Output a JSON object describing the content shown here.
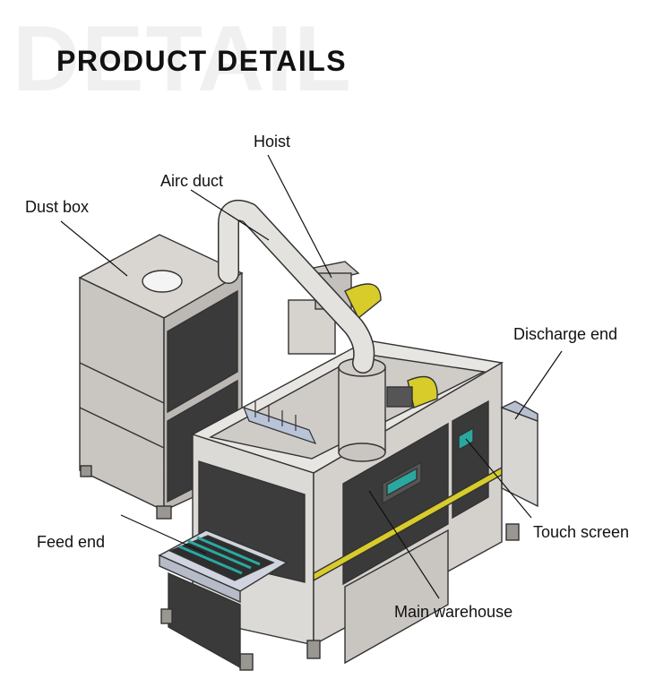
{
  "header": {
    "watermark": "DETAIL",
    "title": "PRODUCT DETAILS"
  },
  "labels": {
    "hoist": "Hoist",
    "air_duct": "Airc duct",
    "dust_box": "Dust box",
    "discharge_end": "Discharge end",
    "touch_screen": "Touch screen",
    "feed_end": "Feed end",
    "main_warehouse": "Main warehouse"
  },
  "colors": {
    "body_light": "#e2e0dd",
    "body_dark": "#3b3b3b",
    "accent_yellow": "#d8cc2a",
    "screen_teal": "#2aa8a0"
  }
}
